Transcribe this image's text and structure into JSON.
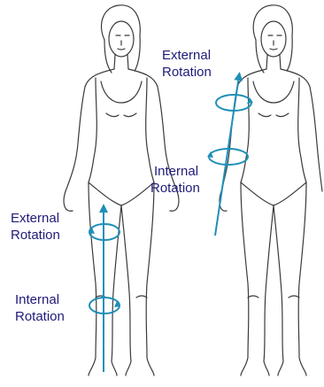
{
  "colors": {
    "label": "#1f1a78",
    "axis": "#1f8fb8",
    "outline": "#3a3a3a"
  },
  "labels": {
    "leg_external_line1": "External",
    "leg_external_line2": "Rotation",
    "leg_internal_line1": "Internal",
    "leg_internal_line2": "Rotation",
    "arm_external_line1": "External",
    "arm_external_line2": "Rotation",
    "arm_internal_line1": "Internal",
    "arm_internal_line2": "Rotation"
  }
}
